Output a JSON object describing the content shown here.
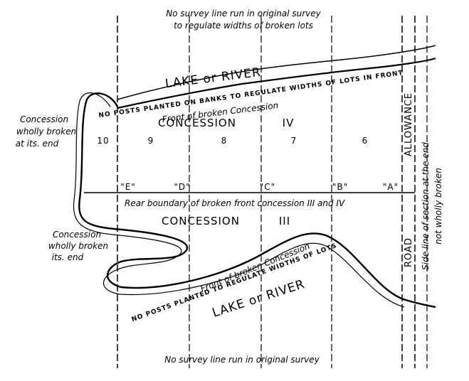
{
  "top_note_line1": "No survey line run in original survey",
  "top_note_line2": "to regulate widths of broken lots",
  "bottom_note": "No survey line run in original survey",
  "lake_top": "LAKE or RIVER",
  "lake_bottom": "LAKE or RIVER",
  "no_posts_top": "NO POSTS PLANTED ON BANKS TO REGULATE WIDTHS OF LOTS IN FRONT",
  "no_posts_bottom": "NO POSTS PLANTED TO REGULATE WIDTHS OF LOTS",
  "front_broken_top": "Front of broken Concession",
  "front_broken_bottom": "Front of broken Concession",
  "concession_iv": "CONCESSION",
  "concession_iv_num": "IV",
  "concession_iii": "CONCESSION",
  "concession_iii_num": "III",
  "lot_numbers": [
    "10",
    "9",
    "8",
    "7",
    "6"
  ],
  "post_labels": [
    "\"E\"",
    "\"D\"",
    "\"C\"",
    "\"B\"",
    "\"A\""
  ],
  "rear_boundary": "Rear boundary of broken front concession III and IV",
  "left_note_top": [
    "Concession",
    "wholly broken",
    "at its. end"
  ],
  "left_note_bottom": [
    "Concession",
    "wholly broken",
    "its. end"
  ],
  "allowance": "ALLOWANCE",
  "road": "ROAD",
  "side_line_note": [
    "Side line of section at the end",
    "not wholly broken"
  ]
}
